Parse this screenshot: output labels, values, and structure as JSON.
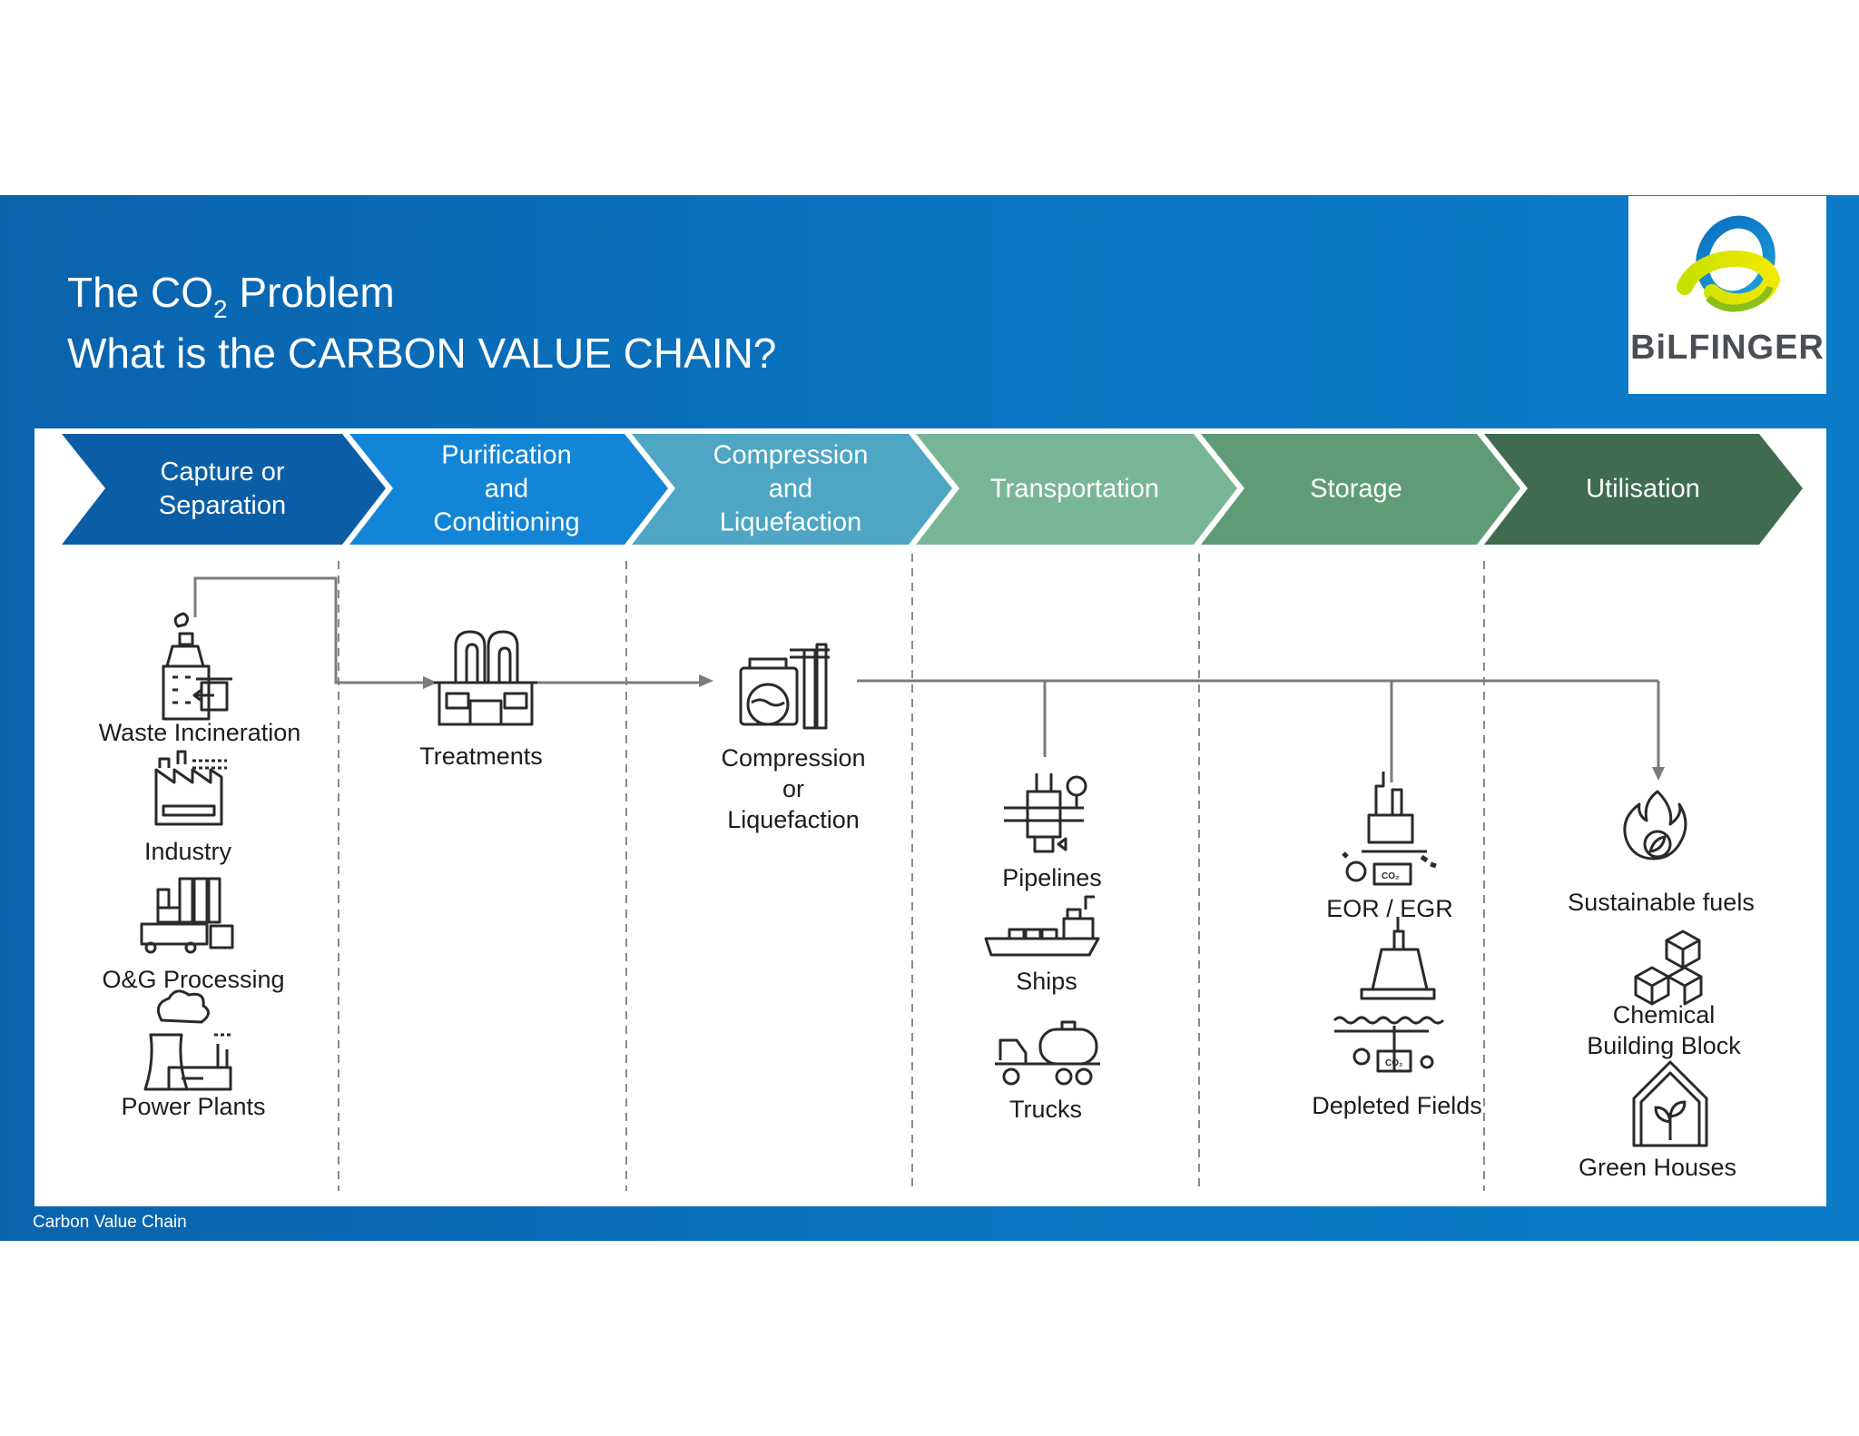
{
  "title": {
    "line1_pre": "The CO",
    "line1_sub": "2",
    "line1_post": " Problem",
    "line2": "What is the CARBON VALUE CHAIN?"
  },
  "logo": {
    "text": "BiLFINGER",
    "icon": "bilfinger-logo"
  },
  "footer": "Carbon Value Chain",
  "colors": {
    "background_blue": "#0a6fb8",
    "stage_1": "#0b5ea6",
    "stage_2": "#1385d6",
    "stage_3": "#4ea6c4",
    "stage_4": "#79b697",
    "stage_5": "#5f9c76",
    "stage_6": "#3f6b4f"
  },
  "stages": [
    {
      "label": "Capture or\nSeparation"
    },
    {
      "label": "Purification\nand\nConditioning"
    },
    {
      "label": "Compression\nand\nLiquefaction"
    },
    {
      "label": "Transportation"
    },
    {
      "label": "Storage"
    },
    {
      "label": "Utilisation"
    }
  ],
  "capture": [
    {
      "label": "Waste Incineration",
      "icon": "incinerator-icon"
    },
    {
      "label": "Industry",
      "icon": "factory-icon"
    },
    {
      "label": "O&G Processing",
      "icon": "refinery-icon"
    },
    {
      "label": "Power Plants",
      "icon": "power-plant-icon"
    }
  ],
  "purification": [
    {
      "label": "Treatments",
      "icon": "treatment-plant-icon"
    }
  ],
  "compression": [
    {
      "label": "Compression\nor\nLiquefaction",
      "icon": "compressor-icon"
    }
  ],
  "transportation": [
    {
      "label": "Pipelines",
      "icon": "pipeline-valve-icon"
    },
    {
      "label": "Ships",
      "icon": "ship-icon"
    },
    {
      "label": "Trucks",
      "icon": "tanker-truck-icon"
    }
  ],
  "storage": [
    {
      "label": "EOR / EGR",
      "icon": "oil-well-icon",
      "co2_tag": "CO₂"
    },
    {
      "label": "Depleted Fields",
      "icon": "offshore-platform-icon",
      "co2_tag": "CO₂"
    }
  ],
  "utilisation": [
    {
      "label": "Sustainable fuels",
      "icon": "flame-leaf-icon"
    },
    {
      "label": "Chemical\nBuilding Block",
      "icon": "cubes-icon"
    },
    {
      "label": "Green Houses",
      "icon": "greenhouse-icon"
    }
  ]
}
